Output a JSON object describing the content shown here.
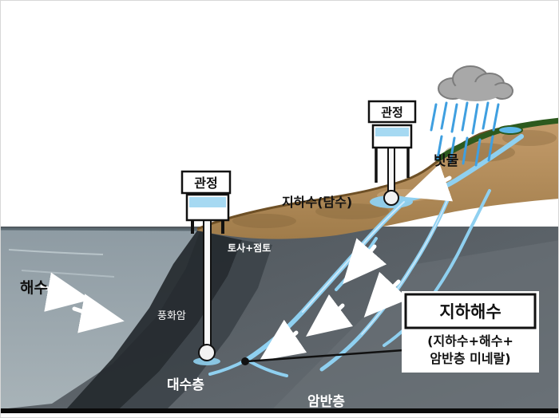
{
  "diagram": {
    "labels": {
      "well_left": "관정",
      "well_right": "관정",
      "rainwater": "빗물",
      "groundwater_fresh": "지하수(담수)",
      "seawater": "해수",
      "soil_clay": "토사+점토",
      "weathered_rock": "풍화암",
      "aquifer": "대수층",
      "bedrock": "암반층"
    },
    "callout": {
      "title": "지하해수",
      "sub_line1": "(지하수+해수+",
      "sub_line2": "암반층 미네랄)"
    },
    "colors": {
      "land_brown": "#b28a55",
      "land_brown_dark": "#8a6a3e",
      "sea_gray": "#95a2a9",
      "underground_dark": "#24292e",
      "bedrock_gray": "#5d646b",
      "stream_blue": "#8fd0f0",
      "rain_blue": "#3f9fe0",
      "vegetation_green": "#2d5a1e",
      "cloud_gray": "#a8a8a8",
      "callout_border": "#111111"
    }
  }
}
